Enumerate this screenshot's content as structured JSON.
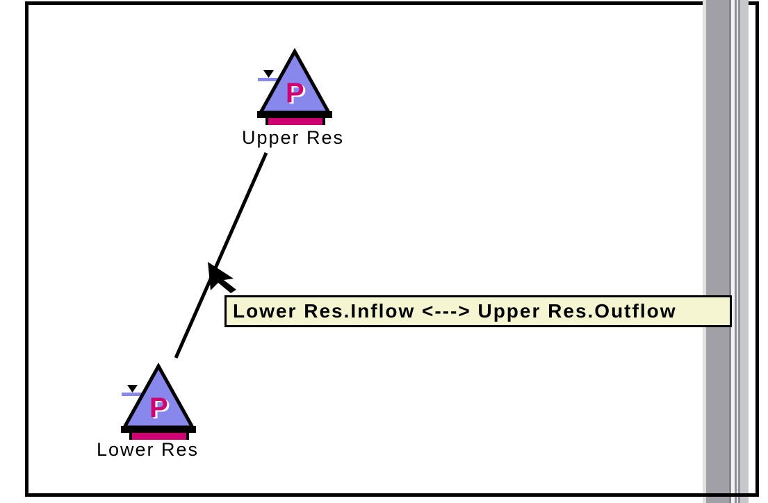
{
  "workspace": {
    "objects": [
      {
        "name": "Upper Res",
        "icon_letter": "P"
      },
      {
        "name": "Lower Res",
        "icon_letter": "P"
      }
    ],
    "link_tooltip": "Lower Res.Inflow <---> Upper Res.Outflow"
  },
  "colors": {
    "reservoir_fill": "#8787ec",
    "reservoir_accent_magenta": "#d10072",
    "outline": "#000000",
    "tooltip_background": "#f5f5d2",
    "tooltip_border": "#000000",
    "scrollbar_thumb_gray": "#a0a0a6",
    "scrollbar_light_gray": "#c6c8cc",
    "canvas_background": "#ffffff"
  }
}
